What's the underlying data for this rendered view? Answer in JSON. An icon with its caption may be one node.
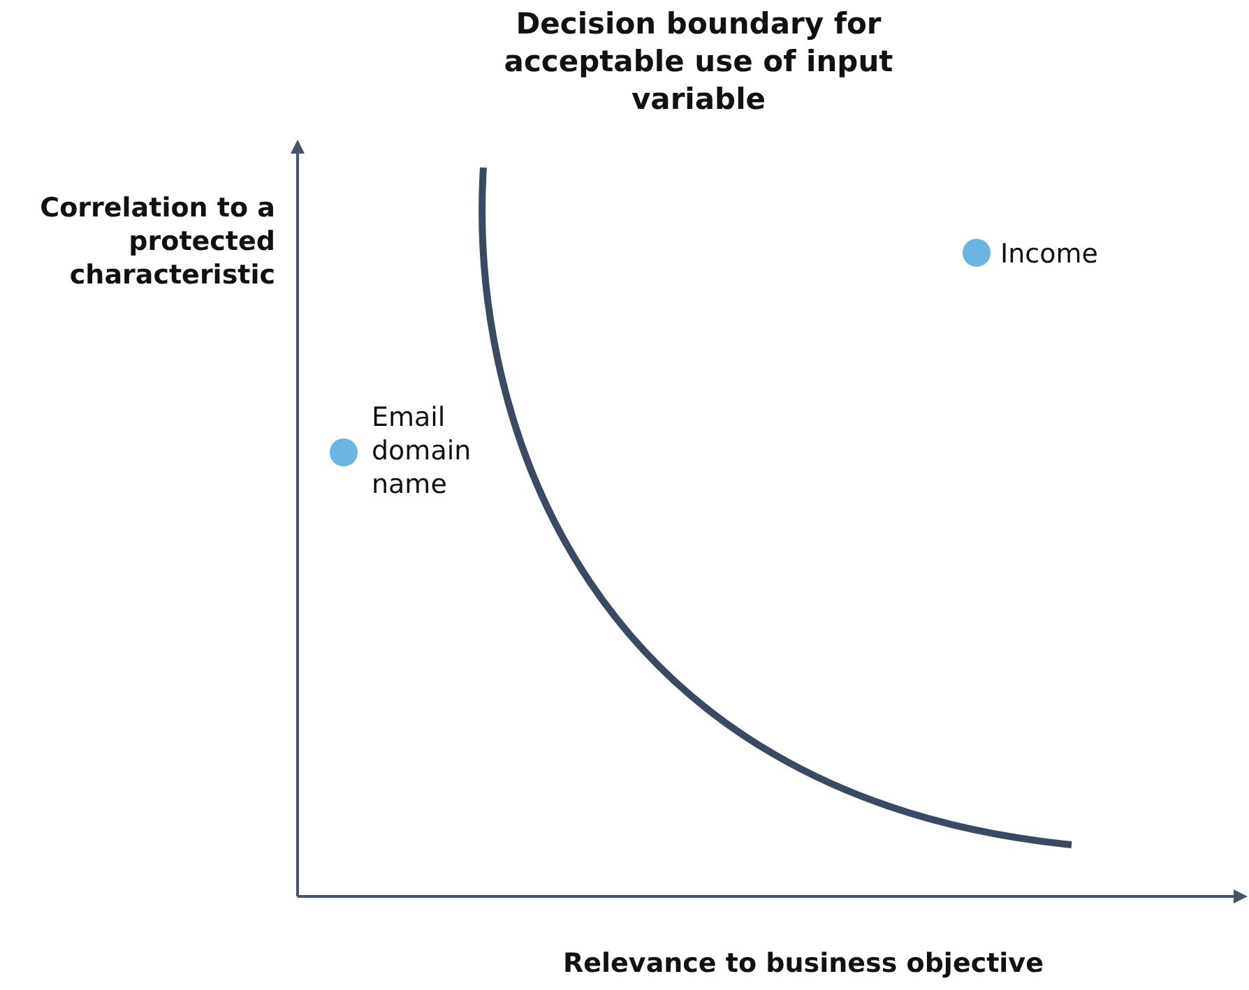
{
  "diagram": {
    "title": "Decision boundary for acceptable use of input variable",
    "labels": [
      "Correlation to a protected characteristic",
      "Income",
      "Email domain name",
      "Relevance to business objective"
    ]
  }
}
